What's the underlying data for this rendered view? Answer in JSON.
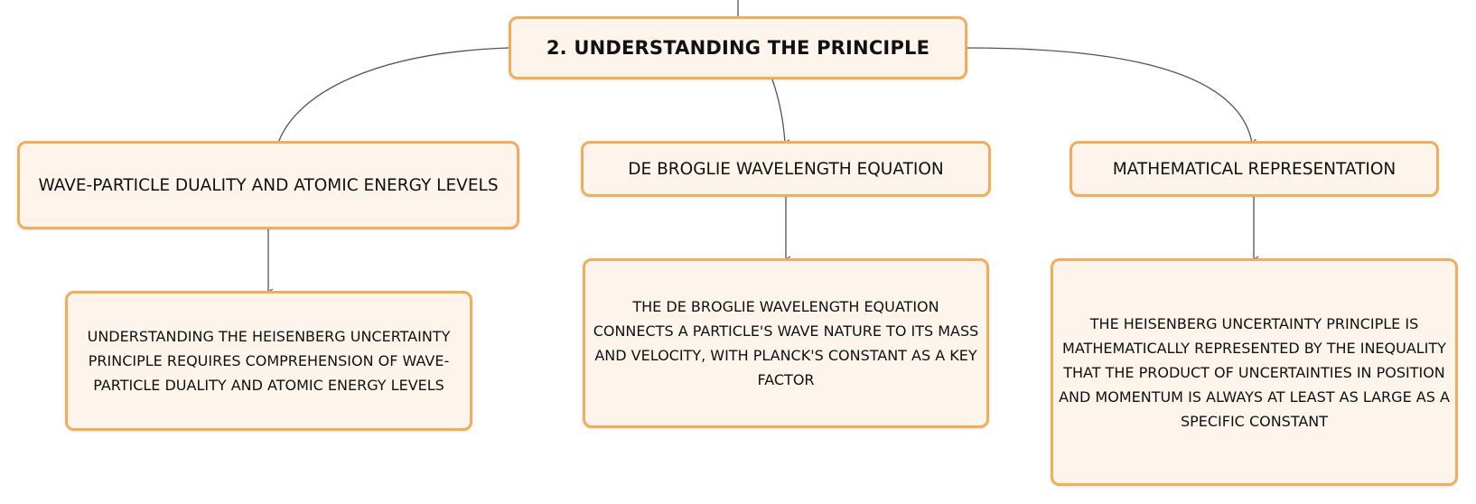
{
  "root": {
    "label": "2. UNDERSTANDING THE PRINCIPLE"
  },
  "branches": [
    {
      "label": "WAVE-PARTICLE DUALITY AND ATOMIC ENERGY LEVELS",
      "detail": "UNDERSTANDING THE HEISENBERG UNCERTAINTY PRINCIPLE REQUIRES COMPREHENSION OF WAVE-PARTICLE DUALITY AND ATOMIC ENERGY LEVELS"
    },
    {
      "label": "DE BROGLIE WAVELENGTH EQUATION",
      "detail": "THE DE BROGLIE WAVELENGTH EQUATION CONNECTS A PARTICLE'S WAVE NATURE TO ITS MASS AND VELOCITY, WITH PLANCK'S CONSTANT AS A KEY FACTOR"
    },
    {
      "label": "MATHEMATICAL REPRESENTATION",
      "detail": "THE HEISENBERG UNCERTAINTY PRINCIPLE IS MATHEMATICALLY REPRESENTED BY THE INEQUALITY THAT THE PRODUCT OF UNCERTAINTIES IN POSITION AND MOMENTUM IS ALWAYS AT LEAST AS LARGE AS A SPECIFIC CONSTANT"
    }
  ],
  "colors": {
    "node_fill": "#fdf4ec",
    "node_border": "#f1ac5c",
    "connector": "#555555"
  }
}
